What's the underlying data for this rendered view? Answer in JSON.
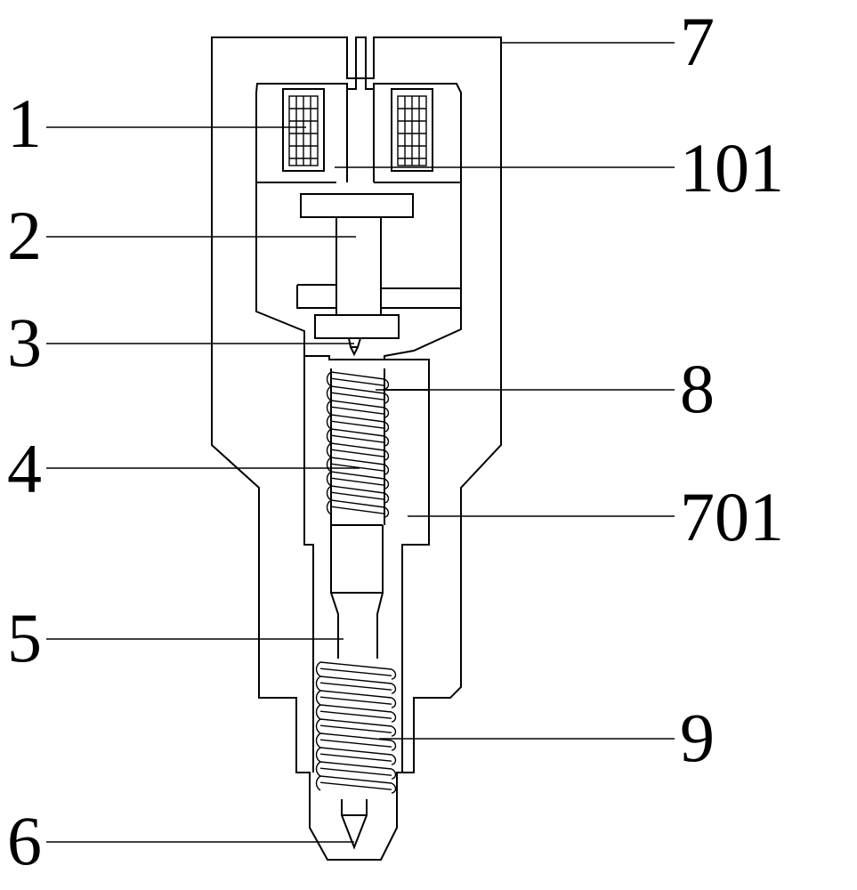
{
  "callouts": {
    "c1": "1",
    "c2": "2",
    "c3": "3",
    "c4": "4",
    "c5": "5",
    "c6": "6",
    "c7": "7",
    "c101": "101",
    "c8": "8",
    "c701": "701",
    "c9": "9"
  },
  "colors": {
    "line": "#000000",
    "background": "#ffffff"
  }
}
